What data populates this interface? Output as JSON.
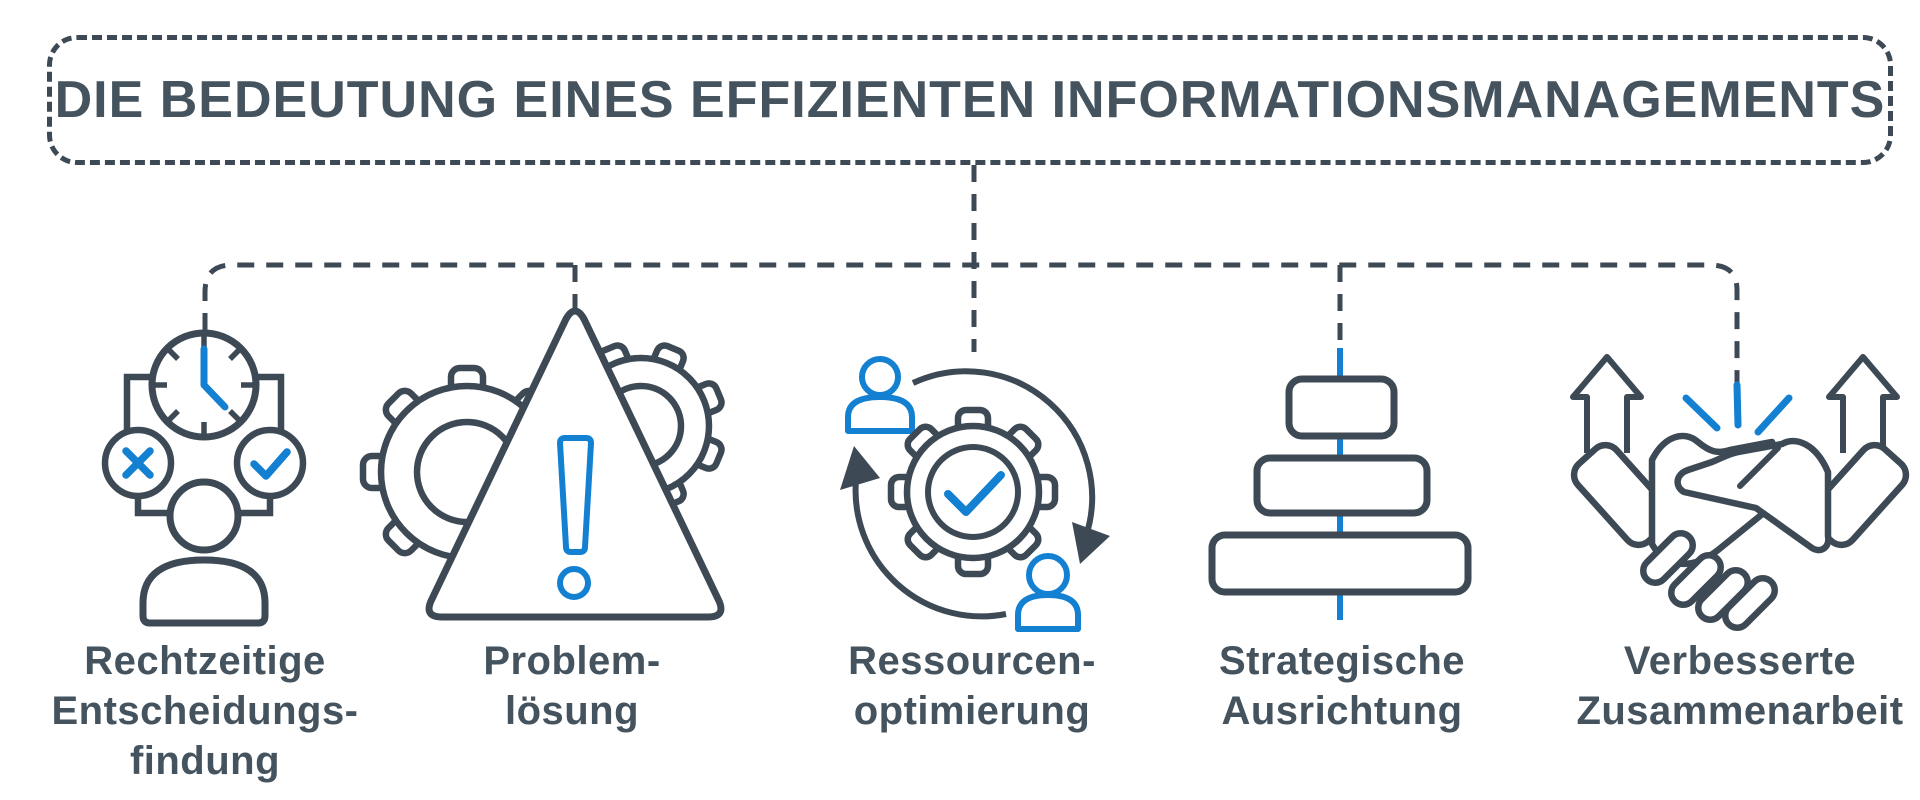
{
  "title": "DIE BEDEUTUNG EINES EFFIZIENTEN INFORMATIONSMANAGEMENTS",
  "colors": {
    "ink": "#3d4a55",
    "text": "#44535e",
    "accent": "#1380d2",
    "background": "#ffffff"
  },
  "items": [
    {
      "label": "Rechtzeitige\nEntscheidungs-\nfindung",
      "icon": "clock-decision-icon"
    },
    {
      "label": "Problem-\nlösung",
      "icon": "gears-warning-icon"
    },
    {
      "label": "Ressourcen-\noptimierung",
      "icon": "gear-cycle-people-icon"
    },
    {
      "label": "Strategische\nAusrichtung",
      "icon": "pyramid-levels-icon"
    },
    {
      "label": "Verbesserte\nZusammenarbeit",
      "icon": "handshake-growth-icon"
    }
  ]
}
